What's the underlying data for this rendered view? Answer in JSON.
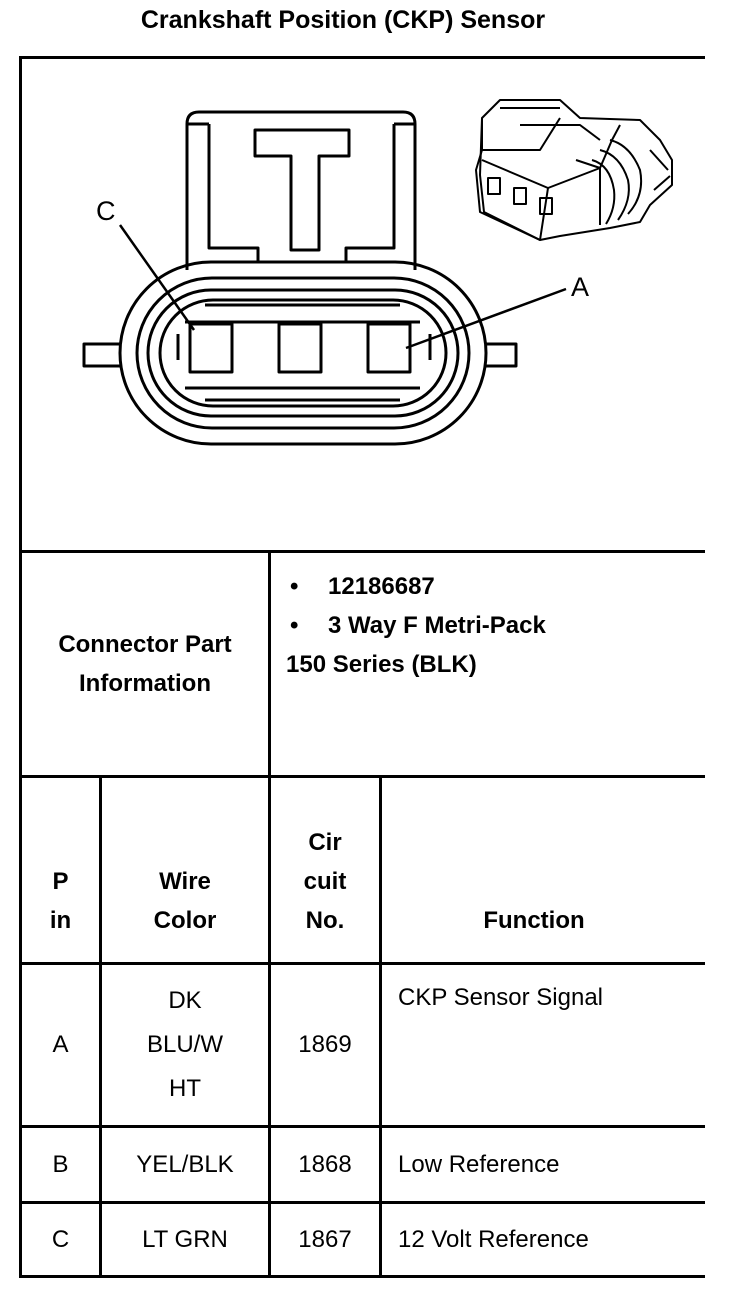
{
  "title": "Crankshaft Position (CKP) Sensor",
  "diagram": {
    "pin_label_c": "C",
    "pin_label_a": "A"
  },
  "connector_info": {
    "label_line1": "Connector Part",
    "label_line2": "Information",
    "bullets": [
      "12186687",
      "3 Way F Metri-Pack"
    ],
    "extra_line": "150 Series (BLK)"
  },
  "table": {
    "headers": {
      "pin": [
        "P",
        "in"
      ],
      "wire_color": [
        "Wire",
        "Color"
      ],
      "circuit": [
        "Cir",
        "cuit",
        "No."
      ],
      "function": [
        "Function"
      ]
    },
    "rows": [
      {
        "pin": "A",
        "wire_color": [
          "DK",
          "BLU/W",
          "HT"
        ],
        "circuit": "1869",
        "function": "CKP Sensor Signal"
      },
      {
        "pin": "B",
        "wire_color": [
          "YEL/BLK"
        ],
        "circuit": "1868",
        "function": "Low Reference"
      },
      {
        "pin": "C",
        "wire_color": [
          "LT GRN"
        ],
        "circuit": "1867",
        "function": "12 Volt Reference"
      }
    ]
  }
}
